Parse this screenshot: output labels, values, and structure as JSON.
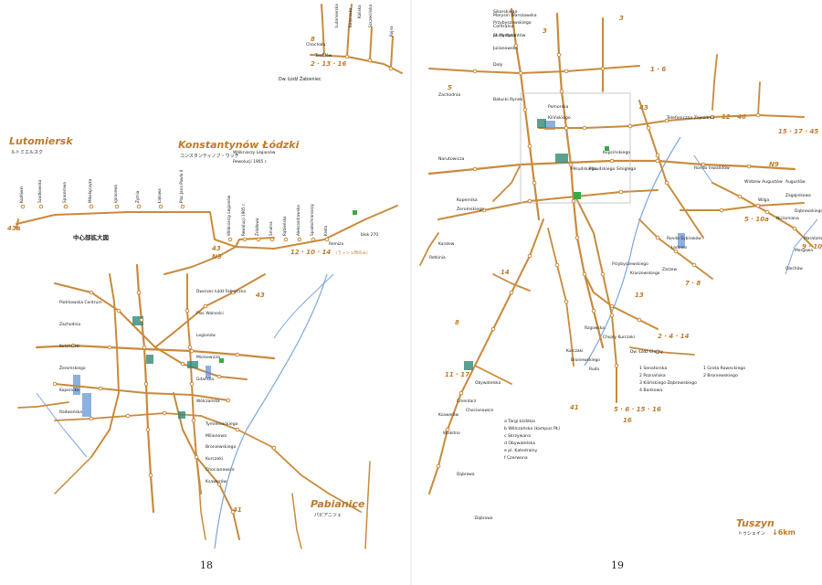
{
  "colors": {
    "tram": "#c98a3c",
    "water": "#5b8fd6",
    "station": "#2f8a78",
    "text": "#222222",
    "accent": "#c07a2a",
    "green": "#3aa845"
  },
  "left": {
    "page_number": "18",
    "region_lutomiersk": {
      "latin": "Lutomiersk",
      "jp": "ルトミエルスク"
    },
    "region_konstantynow": {
      "latin": "Konstantynów Łódzki",
      "jp": "コンスタンティノフ・ウッチ"
    },
    "region_pabianice": {
      "latin": "Pabianice",
      "jp": "パビアニツェ"
    },
    "center_title": "中心部拡大図",
    "line_badges": [
      "43a",
      "43",
      "N9",
      "12 · 10 · 14",
      "8",
      "2 · 13 · 16",
      "43",
      "41"
    ],
    "teofilow_note": "（ラッシュ時のみ）",
    "stops_top": [
      "Chochoła",
      "Teofilów",
      "Dw. Łódź Żabieniec",
      "Kasprzaka",
      "Szczecińska",
      "Rojna",
      "Lutomierska",
      "Kaliska"
    ],
    "stops_west": [
      "Kozłówki",
      "Szadkowska",
      "Spacerowa",
      "Mikołajczyka",
      "Ignacewa",
      "Żytnia",
      "Łąkowa",
      "Plac Jana Pawła II"
    ],
    "stops_konstantynow": [
      "Włókniarzy Legionów",
      "Rewolucji 1905 r.",
      "Źródłowa",
      "Smolna",
      "Rąbieńska",
      "Aleksandrowska",
      "Spadochroniarzy",
      "Kreta",
      "Remiza",
      "blok 270"
    ],
    "stops_center": [
      "Dworzec Łódź Fabryczna",
      "Piotrkowska Centrum",
      "Plac Wolności",
      "Zachodnia",
      "Legionów",
      "Kościuszki",
      "Mickiewicza",
      "Żeromskiego",
      "Gdańska",
      "Kopernika",
      "Wólczańska",
      "Radwańska"
    ],
    "stops_south": [
      "Tymienieckiego",
      "Milionowa",
      "Broniewskiego",
      "Kurczaki",
      "Chocianowice",
      "Ksawerów"
    ]
  },
  "right": {
    "page_number": "19",
    "region_tuszyn": {
      "latin": "Tuszyn",
      "jp": "トゥシェイン"
    },
    "tuszyn_distance": "↓6km",
    "line_badges": [
      "3",
      "1 · 6",
      "12 · 46",
      "15 · 17 · 45",
      "N9",
      "5 · 10a",
      "9 · 10",
      "7 · 8",
      "2 · 4 · 14",
      "11 · 17",
      "5 · 6 · 15 · 16",
      "41",
      "43",
      "13",
      "14",
      "5",
      "8",
      "16",
      "3"
    ],
    "stops_north": [
      "Sikorskiego",
      "Przybyszewskiego",
      "pl. Partyzantów",
      "Julianowska",
      "Centralna",
      "Skrzydlata",
      "Marysin Warszawska",
      "Doły",
      "Bałucki Rynek"
    ],
    "stops_center": [
      "Pomorska",
      "Kilińskiego",
      "Zachodnia",
      "Narutowicza",
      "Piłsudskiego",
      "Kopernika",
      "Żeromskiego",
      "Telefoniczna Zajezdnia",
      "Kopcińskiego",
      "Widzew Augustów",
      "Rondo Inwalidów",
      "Piłsudskiego Śmigłego"
    ],
    "stops_south": [
      "Dąbrowa",
      "Dw. Łódź Chojny",
      "Chojny Kurczaki",
      "Rondo Sybiraków",
      "Lodowa",
      "Zarzew",
      "Kraszewskiego",
      "Przybyszewskiego",
      "Rzgowska",
      "Kurczaki",
      "Broniewskiego",
      "Ruda"
    ],
    "stops_east": [
      "Wilga",
      "Niciarniana",
      "Augustów",
      "Zagajnikowa",
      "Olechów",
      "Morgowa",
      "Maratońska",
      "Dąbrowskiego"
    ],
    "stops_southwest": [
      "Chocianowice",
      "Obywatelska",
      "Karolew",
      "Retkinia",
      "Cmentarz",
      "Ksawerów",
      "Wiskitno",
      "Dąbrowa"
    ],
    "legend_stops": [
      {
        "key": "a",
        "label": "Targi Łódzkie"
      },
      {
        "key": "b",
        "label": "Wólczańska (kampus PŁ)"
      },
      {
        "key": "c",
        "label": "Skrzywana"
      },
      {
        "key": "d",
        "label": "Obywatelska"
      },
      {
        "key": "e",
        "label": "pl. Katedralny"
      },
      {
        "key": "f",
        "label": "Czerwona"
      }
    ],
    "legend_stops2": [
      {
        "key": "1",
        "label": "Senatorska"
      },
      {
        "key": "2",
        "label": "Poznańska"
      },
      {
        "key": "3",
        "label": "Kilińskiego Dąbrowskiego"
      },
      {
        "key": "4",
        "label": "Bankowa"
      }
    ],
    "legend_stops3": [
      {
        "key": "1",
        "label": "Grota Roweckiego"
      },
      {
        "key": "2",
        "label": "Broniewskiego"
      }
    ]
  }
}
